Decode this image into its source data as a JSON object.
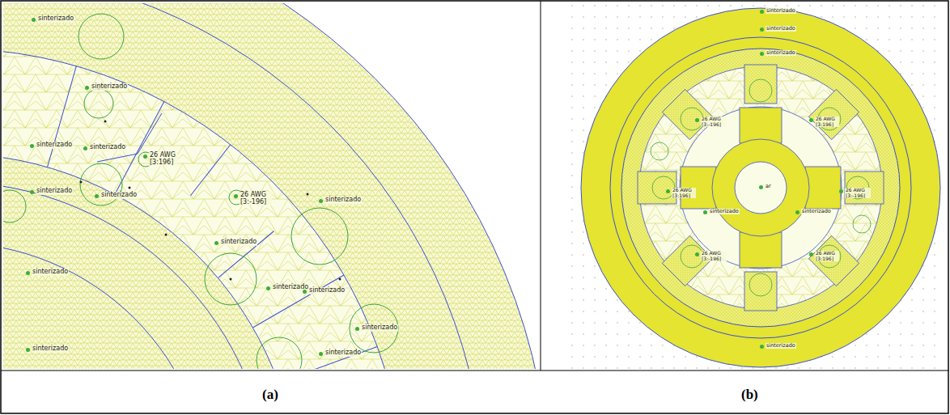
{
  "diagram": {
    "labels": [
      "sinterizado",
      "sinterizado",
      "sinterizado",
      "sinterizado",
      "26 AWG [3:196]",
      "sinterizado",
      "sinterizado",
      "26 AWG [3:-196]",
      "sinterizado",
      "sinterizado",
      "sinterizado",
      "sinterizado",
      "sinterizado",
      "sinterizado",
      "sinterizado",
      "sinterizado",
      "sinterizado",
      "sinterizado",
      "sinterizado",
      "26 AWG [3:196]",
      "26 AWG [3:-196]",
      "sinterizado",
      "sinterizado",
      "ar",
      "26 AWG [3:196]",
      "26 AWG [3:-196]",
      "26 AWG [3:196]",
      "26 AWG [3:-196]",
      "sinterizado",
      "(a)",
      "(b)"
    ]
  }
}
